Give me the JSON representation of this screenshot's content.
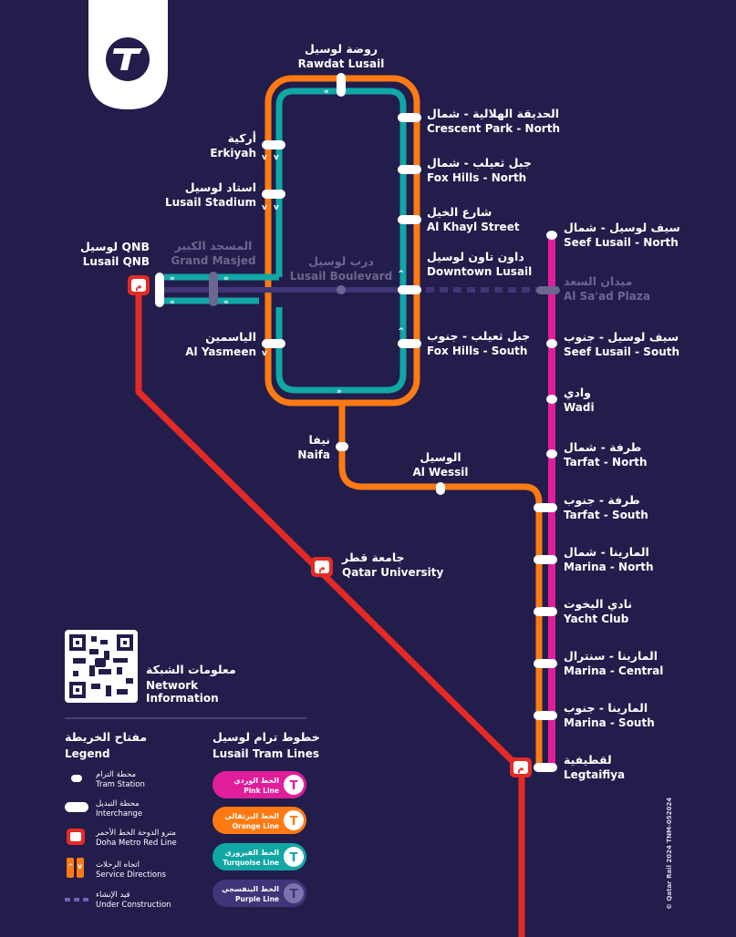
{
  "colors": {
    "background": "#221d4b",
    "orange": "#ff7a12",
    "turquoise": "#10a7a4",
    "pink": "#e01d9a",
    "purple": "#3f3578",
    "red": "#e52a26",
    "white": "#ffffff"
  },
  "logo": {
    "icon": "lusail-tram-logo-icon"
  },
  "stations": {
    "rawdat_lusail": {
      "ar": "روضة لوسيل",
      "en": "Rawdat Lusail"
    },
    "crescent_park_north": {
      "ar": "الحديقة الهلالية - شمال",
      "en": "Crescent Park - North"
    },
    "fox_hills_north": {
      "ar": "جبل ثعيلب - شمال",
      "en": "Fox Hills - North"
    },
    "al_khayl_street": {
      "ar": "شارع الخيل",
      "en": "Al Khayl Street"
    },
    "downtown_lusail": {
      "ar": "داون تاون لوسيل",
      "en": "Downtown Lusail"
    },
    "fox_hills_south": {
      "ar": "جبل ثعيلب - جنوب",
      "en": "Fox Hills - South"
    },
    "erkiyah": {
      "ar": "أركية",
      "en": "Erkiyah"
    },
    "lusail_stadium": {
      "ar": "استاد لوسيل",
      "en": "Lusail Stadium"
    },
    "grand_masjed": {
      "ar": "المسجد الكبير",
      "en": "Grand Masjed"
    },
    "lusail_boulevard": {
      "ar": "درب لوسيل",
      "en": "Lusail Boulevard"
    },
    "al_yasmeen": {
      "ar": "الياسمين",
      "en": "Al Yasmeen"
    },
    "lusail_qnb": {
      "ar": "لوسيل QNB",
      "en": "Lusail QNB"
    },
    "naifa": {
      "ar": "نيفا",
      "en": "Naifa"
    },
    "al_wessil": {
      "ar": "الوسيل",
      "en": "Al Wessil"
    },
    "qatar_university": {
      "ar": "جامعة قطر",
      "en": "Qatar University"
    },
    "seef_lusail_north": {
      "ar": "سيف لوسيل - شمال",
      "en": "Seef Lusail - North"
    },
    "al_saad_plaza": {
      "ar": "ميدان السعد",
      "en": "Al Sa'ad Plaza"
    },
    "seef_lusail_south": {
      "ar": "سيف لوسيل - جنوب",
      "en": "Seef Lusail - South"
    },
    "wadi": {
      "ar": "وادي",
      "en": "Wadi"
    },
    "tarfat_north": {
      "ar": "طرفة - شمال",
      "en": "Tarfat - North"
    },
    "tarfat_south": {
      "ar": "طرفة - جنوب",
      "en": "Tarfat - South"
    },
    "marina_north": {
      "ar": "المارينا - شمال",
      "en": "Marina - North"
    },
    "yacht_club": {
      "ar": "نادي اليخوت",
      "en": "Yacht Club"
    },
    "marina_central": {
      "ar": "المارينا - سنترال",
      "en": "Marina - Central"
    },
    "marina_south": {
      "ar": "المارينا - جنوب",
      "en": "Marina - South"
    },
    "legtaifiya": {
      "ar": "لقطيفية",
      "en": "Legtaifiya"
    }
  },
  "network_info": {
    "ar": "معلومات الشبكة",
    "en_line1": "Network",
    "en_line2": "Information"
  },
  "legend": {
    "title_ar": "مفتاح الخريطة",
    "title_en": "Legend",
    "items": [
      {
        "icon": "tram-station-icon",
        "ar": "محطة الترام",
        "en": "Tram Station"
      },
      {
        "icon": "interchange-icon",
        "ar": "محطة التبديل",
        "en": "Interchange"
      },
      {
        "icon": "metro-red-line-icon",
        "ar": "مترو الدوحة الخط الأحمر",
        "en": "Doha Metro Red Line"
      },
      {
        "icon": "service-directions-icon",
        "ar": "اتجاه الرحلات",
        "en": "Service Directions"
      },
      {
        "icon": "under-construction-icon",
        "ar": "قيد الإنشاء",
        "en": "Under Construction"
      }
    ]
  },
  "tram_lines": {
    "title_ar": "خطوط ترام لوسيل",
    "title_en": "Lusail Tram Lines",
    "lines": [
      {
        "ar": "الخط الوردي",
        "en": "Pink Line",
        "color": "#e01d9a"
      },
      {
        "ar": "الخط البرتقالي",
        "en": "Orange Line",
        "color": "#ff7a12"
      },
      {
        "ar": "الخط الفيروزي",
        "en": "Turquoise Line",
        "color": "#10a7a4"
      },
      {
        "ar": "الخط البنفسجي",
        "en": "Purple Line",
        "color": "#3f3578"
      }
    ]
  },
  "copyright": "© Qatar Rail 2024   TNM-052024"
}
